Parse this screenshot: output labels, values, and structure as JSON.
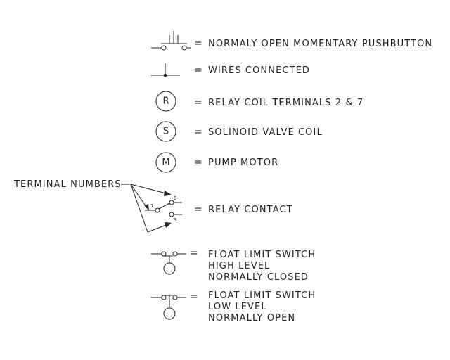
{
  "legend": {
    "equals": "=",
    "pushbutton": "NORMALY OPEN MOMENTARY PUSHBUTTON",
    "wires": "WIRES CONNECTED",
    "relay_coil": {
      "symbol": "R",
      "label": "RELAY COIL TERMINALS 2 & 7"
    },
    "solenoid": {
      "symbol": "S",
      "label": "SOLINOID VALVE COIL"
    },
    "pump": {
      "symbol": "M",
      "label": "PUMP MOTOR"
    },
    "relay_contact": {
      "label": "RELAY CONTACT",
      "terminal_callout": "TERMINAL NUMBERS",
      "terminals": [
        "1",
        "8",
        "3"
      ]
    },
    "float_high": [
      "FLOAT LIMIT SWITCH",
      "HIGH LEVEL",
      "NORMALLY CLOSED"
    ],
    "float_low": [
      "FLOAT LIMIT SWITCH",
      "LOW LEVEL",
      "NORMALLY OPEN"
    ]
  }
}
